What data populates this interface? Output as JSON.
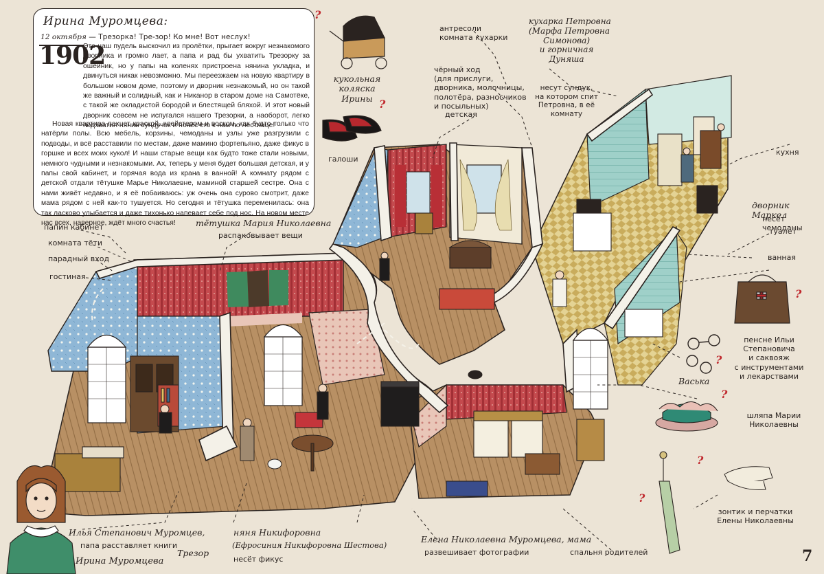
{
  "intro": {
    "name": "Ирина Муромцева:",
    "date": "12 октября",
    "first_sentence": "— Трезорка! Тре-зор! Ко мне! Вот неслух!",
    "year": "1902",
    "paragraph1": "Это наш пудель выскочил из пролётки, прыгает вокруг незнакомого дворника и громко лает, а папа и рад бы ухватить Трезорку за ошейник, но у папы на коленях пристроена нянина укладка, и двинуться никак невозможно. Мы переезжаем на новую квартиру в большом новом доме, поэтому и дворник незнакомый, но он такой же важный и солидный, как и Никанор в старом доме на Самотёке, с такой же окладистой бородой и блестящей бляхой. И этот новый дворник совсем не испугался нашего Трезорки, а наоборот, легко подхватил нянин сундучок и понёс его к нам по лестнице!",
    "paragraph2": "Новая квартира пахнет краской, клейстером и воском, как будто только что натёрли полы. Всю мебель, корзины, чемоданы и узлы уже разгрузили с подводы, и всё расставили по местам, даже мамино фортепьяно, даже фикус в горшке и всех моих кукол! И наши старые вещи как будто тоже стали новыми, немного чудными и незнакомыми. Ах, теперь у меня будет большая детская, и у папы свой кабинет, и горячая вода из крана в ванной! А комнату рядом с детской отдали тётушке Марье Николаевне, маминой старшей сестре. Она с нами живёт недавно, и я её побаиваюсь: уж очень она сурово смотрит, даже мама рядом с ней как-то тушуется. Но сегодня и тётушка переменилась: она так ласково улыбается и даже тихонько напевает себе под нос. На новом месте нас всех, наверное, ждёт много счастья!"
  },
  "rooms": {
    "papa_study": "папин кабинет",
    "aunt_room": "комната тёти",
    "front_entrance": "парадный вход",
    "living_room": "гостиная",
    "mezzanine": "антресоли\nкомната кухарки",
    "back_entrance": "чёрный ход\n(для прислуги,\nдворника, молочницы,\nполотёра, разносчиков\nи посыльных)",
    "nursery": "детская",
    "kitchen": "кухня",
    "toilet": "туалет",
    "bathroom": "ванная",
    "parents_bedroom": "спальня родителей"
  },
  "items": {
    "doll_stroller": "кукольная\nколяска\nИрины",
    "galoshes": "галоши",
    "pince_nez_bag": "пенсне Ильи\nСтепановича\nи саквояж\nс инструментами\nи лекарствами",
    "hat": "шляпа Марии\nНиколаевны",
    "umbrella_gloves": "зонтик и перчатки\nЕлены Николаевны"
  },
  "characters": {
    "aunt_name": "тётушка Мария Николаевна",
    "aunt_action": "распаковывает вещи",
    "cook_name": "кухарка Петровна\n(Марфа Петровна\nСимонова)\nи горничная\nДуняша",
    "cook_action": "несут сундук,\nна котором спит\nПетровна, в её\nкомнату",
    "janitor_name": "дворник Маркел",
    "janitor_action": "несёт чемоданы",
    "cat": "Васька",
    "father_name": "Илья Степанович Муромцев,",
    "father_action": "папа расставляет книги",
    "irina": "Ирина Муромцева",
    "dog": "Трезор",
    "nanny_name": "няня Никифоровна",
    "nanny_fullname": "(Ефросиния Никифоровна Шестова)",
    "nanny_action": "несёт фикус",
    "mother_name": "Елена Николаевна Муромцева, мама",
    "mother_action": "развешивает фотографии"
  },
  "question_mark": "?",
  "page_number": "7",
  "colors": {
    "paper": "#ece4d6",
    "wall_red": "#b8343a",
    "wall_teal": "#8ec9c4",
    "wall_blue": "#6b9bbf",
    "floor_wood": "#b08a5a",
    "accent_red": "#c0282d"
  }
}
